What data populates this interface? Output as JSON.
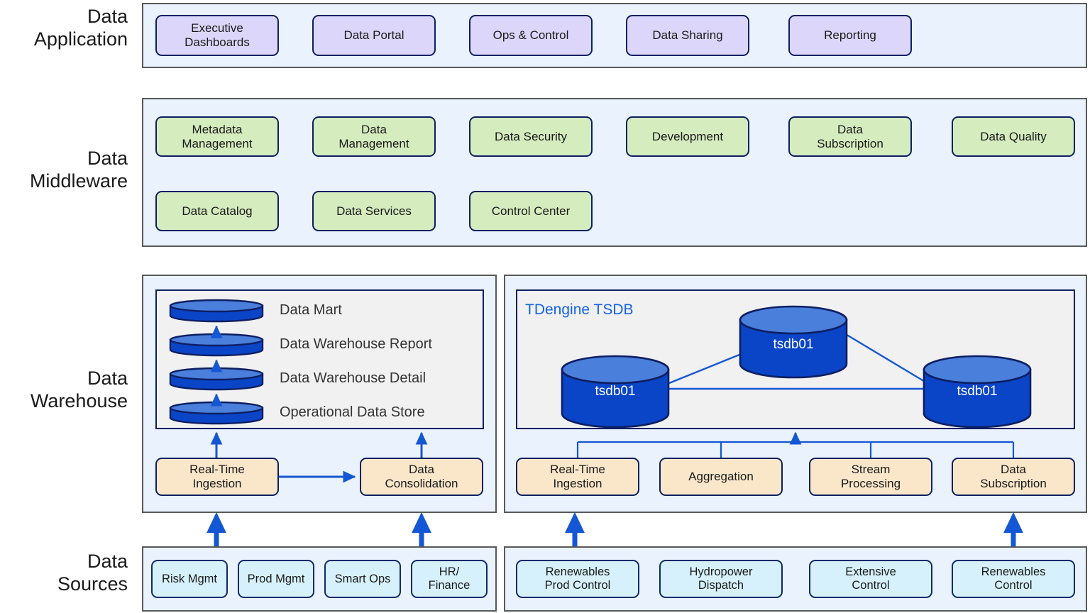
{
  "rows": {
    "application": {
      "label": "Data\nApplication"
    },
    "middleware": {
      "label": "Data\nMiddleware"
    },
    "warehouse": {
      "label": "Data\nWarehouse"
    },
    "sources": {
      "label": "Data\nSources"
    }
  },
  "application": {
    "items": [
      {
        "label": "Executive\nDashboards"
      },
      {
        "label": "Data Portal"
      },
      {
        "label": "Ops & Control"
      },
      {
        "label": "Data Sharing"
      },
      {
        "label": "Reporting"
      }
    ]
  },
  "middleware": {
    "row1": [
      {
        "label": "Metadata\nManagement"
      },
      {
        "label": "Data\nManagement"
      },
      {
        "label": "Data Security"
      },
      {
        "label": "Development"
      },
      {
        "label": "Data\nSubscription"
      },
      {
        "label": "Data Quality"
      }
    ],
    "row2": [
      {
        "label": "Data Catalog"
      },
      {
        "label": "Data Services"
      },
      {
        "label": "Control Center"
      }
    ]
  },
  "warehouse": {
    "left": {
      "disks": [
        {
          "label": "Data Mart"
        },
        {
          "label": "Data Warehouse Report"
        },
        {
          "label": "Data Warehouse Detail"
        },
        {
          "label": "Operational Data Store"
        }
      ],
      "processes": [
        {
          "label": "Real-Time\nIngestion"
        },
        {
          "label": "Data\nConsolidation"
        }
      ]
    },
    "right": {
      "title": "TDengine TSDB",
      "nodes": [
        {
          "label": "tsdb01"
        },
        {
          "label": "tsdb01"
        },
        {
          "label": "tsdb01"
        }
      ],
      "processes": [
        {
          "label": "Real-Time\nIngestion"
        },
        {
          "label": "Aggregation"
        },
        {
          "label": "Stream\nProcessing"
        },
        {
          "label": "Data\nSubscription"
        }
      ]
    }
  },
  "sources": {
    "left": [
      {
        "label": "Risk Mgmt"
      },
      {
        "label": "Prod Mgmt"
      },
      {
        "label": "Smart Ops"
      },
      {
        "label": "HR/\nFinance"
      }
    ],
    "right": [
      {
        "label": "Renewables\nProd Control"
      },
      {
        "label": "Hydropower\nDispatch"
      },
      {
        "label": "Extensive\nControl"
      },
      {
        "label": "Renewables\nControl"
      }
    ]
  },
  "colors": {
    "band_bg": "#eaf2fd",
    "band_border": "#595959",
    "application_fill": "#dcd7fa",
    "middleware_fill": "#d5ecbe",
    "source_fill": "#d6f1fb",
    "process_fill": "#fae7ca",
    "node_border": "#0d1f63",
    "disk_fill": "#0a45c8",
    "disk_top": "#4a7fdb",
    "arrow_blue": "#1457d4",
    "tsdb_title": "#1463e8",
    "inner_panel_bg": "#f1f1f1"
  }
}
